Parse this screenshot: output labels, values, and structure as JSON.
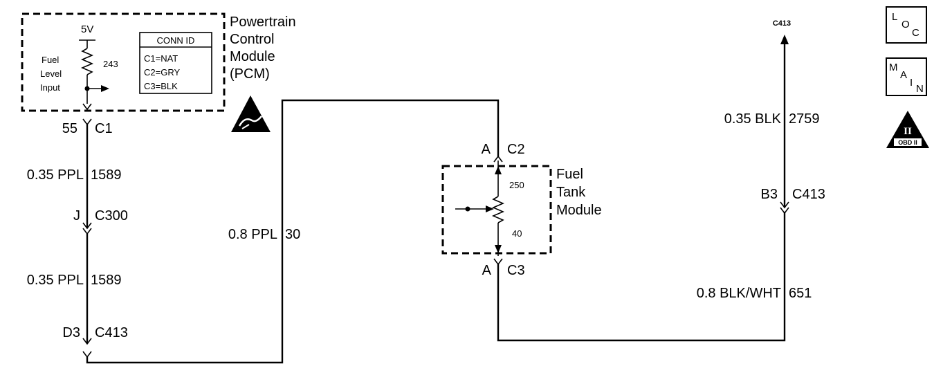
{
  "pcm": {
    "name_lines": [
      "Powertrain",
      "Control",
      "Module",
      "(PCM)"
    ],
    "supply": "5V",
    "resistor_value": "243",
    "input_lines": [
      "Fuel",
      "Level",
      "Input"
    ],
    "conn_id": {
      "header": "CONN ID",
      "rows": [
        "C1=NAT",
        "C2=GRY",
        "C3=BLK"
      ]
    }
  },
  "fuel_tank_module": {
    "name_lines": [
      "Fuel",
      "Tank",
      "Module"
    ],
    "value_top": "250",
    "value_bottom": "40"
  },
  "connectors": {
    "c1": {
      "pin": "55",
      "name": "C1"
    },
    "c300": {
      "pin": "J",
      "name": "C300"
    },
    "c413_d3": {
      "pin": "D3",
      "name": "C413"
    },
    "c2": {
      "pin": "A",
      "name": "C2"
    },
    "c3": {
      "pin": "A",
      "name": "C3"
    },
    "c413_b3": {
      "pin": "B3",
      "name": "C413"
    },
    "c413_top": {
      "name": "C413"
    }
  },
  "wires": {
    "w1": {
      "gauge_color": "0.35 PPL",
      "circuit": "1589"
    },
    "w2": {
      "gauge_color": "0.35 PPL",
      "circuit": "1589"
    },
    "w3": {
      "gauge_color": "0.8 PPL",
      "circuit": "30"
    },
    "w4": {
      "gauge_color": "0.35 BLK",
      "circuit": "2759"
    },
    "w5": {
      "gauge_color": "0.8 BLK/WHT",
      "circuit": "651"
    }
  },
  "icons": {
    "loc": {
      "letters": [
        "L",
        "O",
        "C"
      ]
    },
    "main": {
      "letters": [
        "M",
        "A",
        "I",
        "N"
      ]
    },
    "obd": {
      "label": "OBD II",
      "numeral": "II"
    },
    "esd": {
      "name": "esd-warning-icon"
    }
  }
}
